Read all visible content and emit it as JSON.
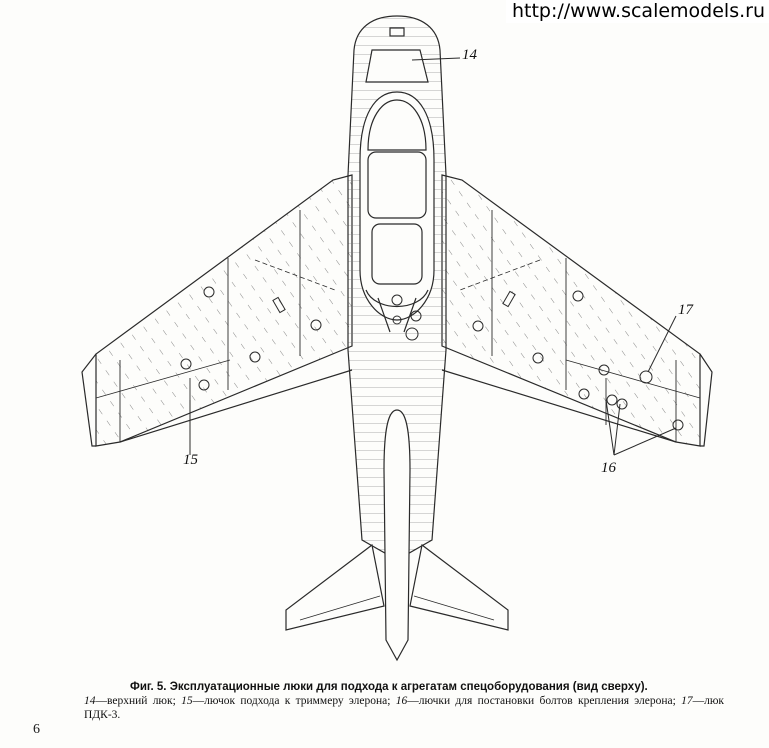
{
  "watermark": "http://www.scalemodels.ru",
  "callouts": {
    "c14": "14",
    "c15": "15",
    "c16": "16",
    "c17": "17"
  },
  "caption": {
    "title": "Фиг. 5. Эксплуатационные люки для подхода к агрегатам спецоборудования (вид сверху).",
    "legend": [
      {
        "num": "14",
        "text": "—верхний люк; "
      },
      {
        "num": "15",
        "text": "—лючок подхода к триммеру элерона; "
      },
      {
        "num": "16",
        "text": "—лючки для постановки болтов крепления элерона; "
      },
      {
        "num": "17",
        "text": "—люк ПДК-3."
      }
    ]
  },
  "page_number": "6",
  "colors": {
    "ink": "#2a2a2a",
    "paper": "#fdfdfb"
  }
}
